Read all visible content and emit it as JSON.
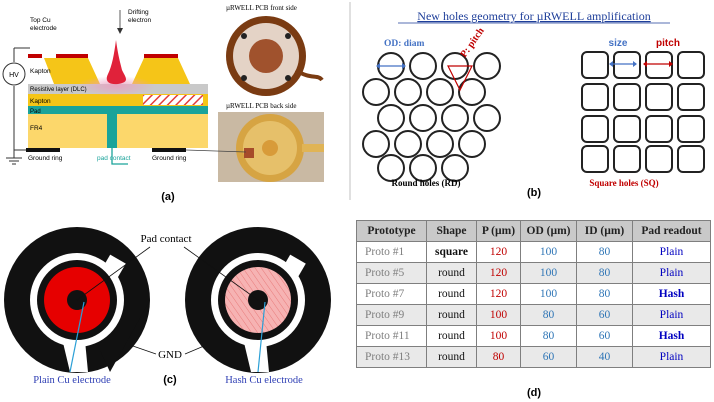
{
  "panel_a": {
    "label": "(a)",
    "labels": {
      "top_cu": [
        "Top Cu",
        "electrode"
      ],
      "drifting": [
        "Drifting",
        "electron"
      ],
      "hv": "HV",
      "kapton1": "Kapton",
      "resistive": "Resistive layer (DLC)",
      "kapton2": "Kapton",
      "pad": "Pad",
      "fr4": "FR4",
      "ground_left": "Ground ring",
      "ground_right": "Ground ring",
      "pad_contact": "pad contact"
    },
    "photo_front_title": "µRWELL PCB front side",
    "photo_back_title": "µRWELL PCB back side"
  },
  "panel_b": {
    "label": "(b)",
    "title": "New holes geometry for µRWELL amplification",
    "od_label": "OD: diam",
    "p_label": "P: pitch",
    "size_label": "size",
    "pitch_label": "pitch",
    "round_caption": "Round holes (RD)",
    "square_caption": "Square holes (SQ)"
  },
  "panel_c": {
    "label": "(c)",
    "pad_contact": "Pad contact",
    "gnd": "GND",
    "plain": "Plain Cu electrode",
    "hash": "Hash Cu electrode"
  },
  "panel_d": {
    "label": "(d)",
    "headers": [
      "Prototype",
      "Shape",
      "P (µm)",
      "OD (µm)",
      "ID (µm)",
      "Pad readout"
    ],
    "rows": [
      [
        "Proto #1",
        "square",
        "120",
        "100",
        "80",
        "Plain"
      ],
      [
        "Proto #5",
        "round",
        "120",
        "100",
        "80",
        "Plain"
      ],
      [
        "Proto #7",
        "round",
        "120",
        "100",
        "80",
        "Hash"
      ],
      [
        "Proto #9",
        "round",
        "100",
        "80",
        "60",
        "Plain"
      ],
      [
        "Proto #11",
        "round",
        "100",
        "80",
        "60",
        "Hash"
      ],
      [
        "Proto #13",
        "round",
        "80",
        "60",
        "40",
        "Plain"
      ]
    ]
  },
  "colors": {
    "kapton": "#f5c518",
    "dlc": "#c9c9c9",
    "pad": "#1aa39a",
    "fr4": "#fcd76b",
    "copper": "#c00000",
    "blue_label": "#4472c4",
    "red_label": "#c00000",
    "electrode_red": "#e60000",
    "electrode_pink": "#f4a7a7"
  }
}
